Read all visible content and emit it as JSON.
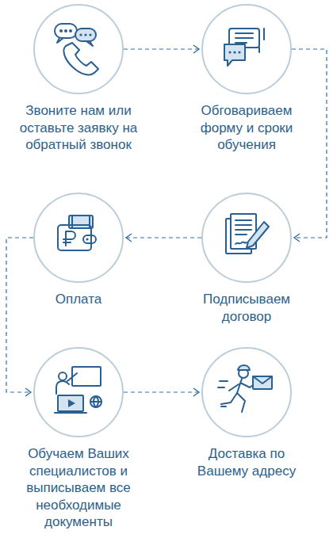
{
  "diagram": {
    "nodes": [
      {
        "text": [
          "Звоните нам или оставьте заявку на обратный звонок"
        ]
      },
      {
        "text": [
          "Обговариваем форму и сроки обучения"
        ]
      },
      {
        "text": [
          "Оплата"
        ]
      },
      {
        "text": [
          "Подписываем договор"
        ]
      },
      {
        "text": [
          "Обучаем Ваших специалистов и выписываем все необходимые документы"
        ]
      },
      {
        "text": [
          "Доставка по Вашему адресу"
        ]
      }
    ],
    "edges": [
      {
        "from": 0,
        "to": 1,
        "arrow": "to"
      },
      {
        "from": 1,
        "to": 3,
        "arrow": "to"
      },
      {
        "from": 3,
        "to": 2,
        "arrow": "to"
      },
      {
        "from": 2,
        "to": 4,
        "arrow": "to"
      },
      {
        "from": 4,
        "to": 5,
        "arrow": "to"
      }
    ]
  }
}
